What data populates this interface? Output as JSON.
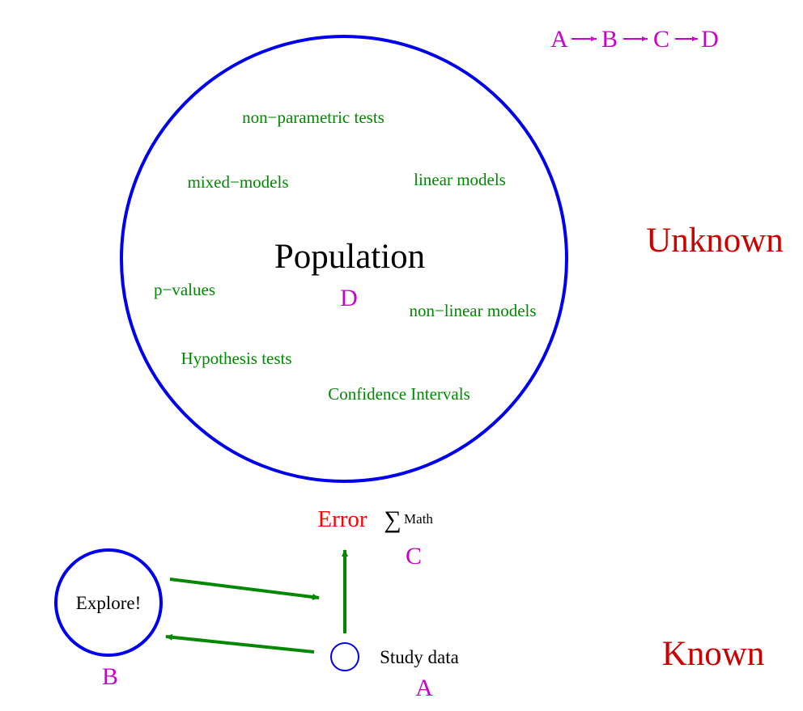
{
  "colors": {
    "blue": "#0000ee",
    "green": "#008800",
    "magenta": "#cc00cc",
    "red": "#cc0000",
    "error_red": "#ff0000",
    "black": "#000000"
  },
  "sequence": {
    "a": "A",
    "b": "B",
    "c": "C",
    "d": "D"
  },
  "population": {
    "title": "Population",
    "letter": "D",
    "topics": {
      "nonparametric": "non−parametric tests",
      "mixed": "mixed−models",
      "linear": "linear models",
      "pvalues": "p−values",
      "nonlinear": "non−linear models",
      "hypothesis": "Hypothesis tests",
      "ci": "Confidence Intervals"
    }
  },
  "labels": {
    "unknown": "Unknown",
    "known": "Known",
    "error": "Error",
    "sigma": "∑",
    "math": "Math",
    "c_letter": "C",
    "explore": "Explore!",
    "b_letter": "B",
    "study_data": "Study data",
    "a_letter": "A"
  }
}
